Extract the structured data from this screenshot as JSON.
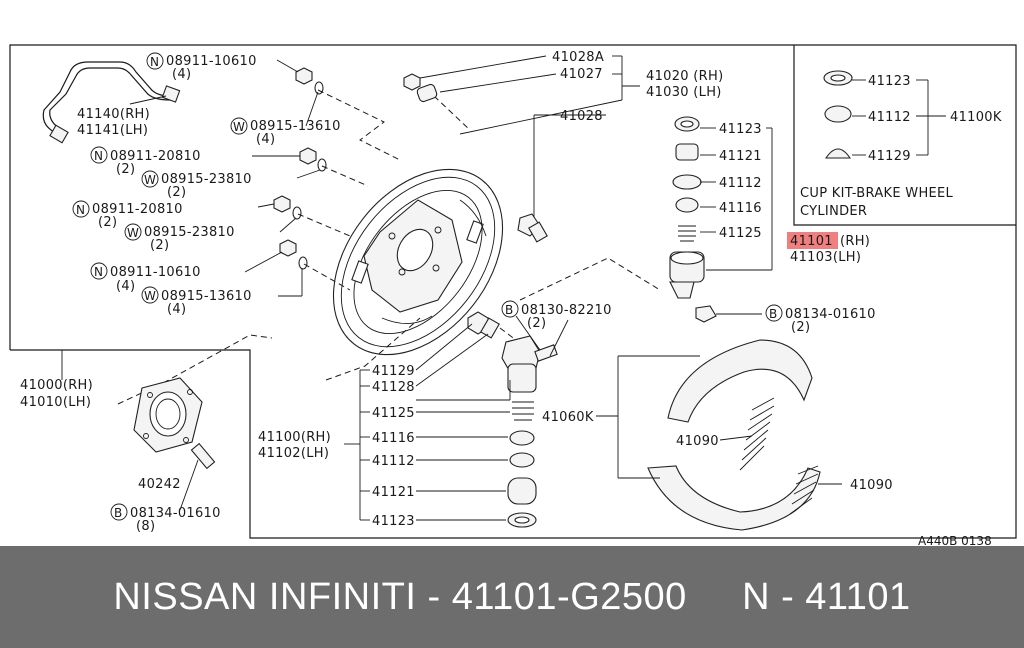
{
  "diagram": {
    "ref_code": "A440B 0138",
    "labels": {
      "n08911_10610_a": "08911-10610",
      "n08911_10610_a_qty": "(4)",
      "w08915_13610_a": "08915-13610",
      "w08915_13610_a_qty": "(4)",
      "n08911_20810_a": "08911-20810",
      "n08911_20810_a_qty": "(2)",
      "w08915_23810_a": "08915-23810",
      "w08915_23810_a_qty": "(2)",
      "n08911_20810_b": "08911-20810",
      "n08911_20810_b_qty": "(2)",
      "w08915_23810_b": "08915-23810",
      "w08915_23810_b_qty": "(2)",
      "n08911_10610_b": "08911-10610",
      "n08911_10610_b_qty": "(4)",
      "w08915_13610_b": "08915-13610",
      "w08915_13610_b_qty": "(4)",
      "p41140": "41140(RH)",
      "p41141": "41141(LH)",
      "p41028a": "41028A",
      "p41027": "41027",
      "p41020": "41020 (RH)",
      "p41030": "41030 (LH)",
      "p41028": "41028",
      "k41123": "41123",
      "k41121": "41121",
      "k41112": "41112",
      "k41116": "41116",
      "k41125": "41125",
      "p41101": "41101",
      "p41101_side": "(RH)",
      "p41103": "41103(LH)",
      "b08134_01610_a": "08134-01610",
      "b08134_01610_a_qty": "(2)",
      "b08130_82210": "08130-82210",
      "b08130_82210_qty": "(2)",
      "cup_41123": "41123",
      "cup_41112": "41112",
      "cup_41100k": "41100K",
      "cup_41129": "41129",
      "cup_kit_line1": "CUP KIT-BRAKE WHEEL",
      "cup_kit_line2": "CYLINDER",
      "p41000": "41000(RH)",
      "p41010": "41010(LH)",
      "p40242": "40242",
      "b08134_01610_b": "08134-01610",
      "b08134_01610_b_qty": "(8)",
      "s41129": "41129",
      "s41128": "41128",
      "s41125": "41125",
      "s41100": "41100(RH)",
      "s41102": "41102(LH)",
      "s41116": "41116",
      "s41112": "41112",
      "s41121": "41121",
      "s41123": "41123",
      "p41060k": "41060K",
      "p41090_a": "41090",
      "p41090_b": "41090"
    },
    "prefix_n": "N",
    "prefix_w": "W",
    "prefix_b": "B",
    "highlight_color": "#f08080"
  },
  "banner": {
    "text": "NISSAN INFINITI - 41101-G2500     N - 41101"
  }
}
